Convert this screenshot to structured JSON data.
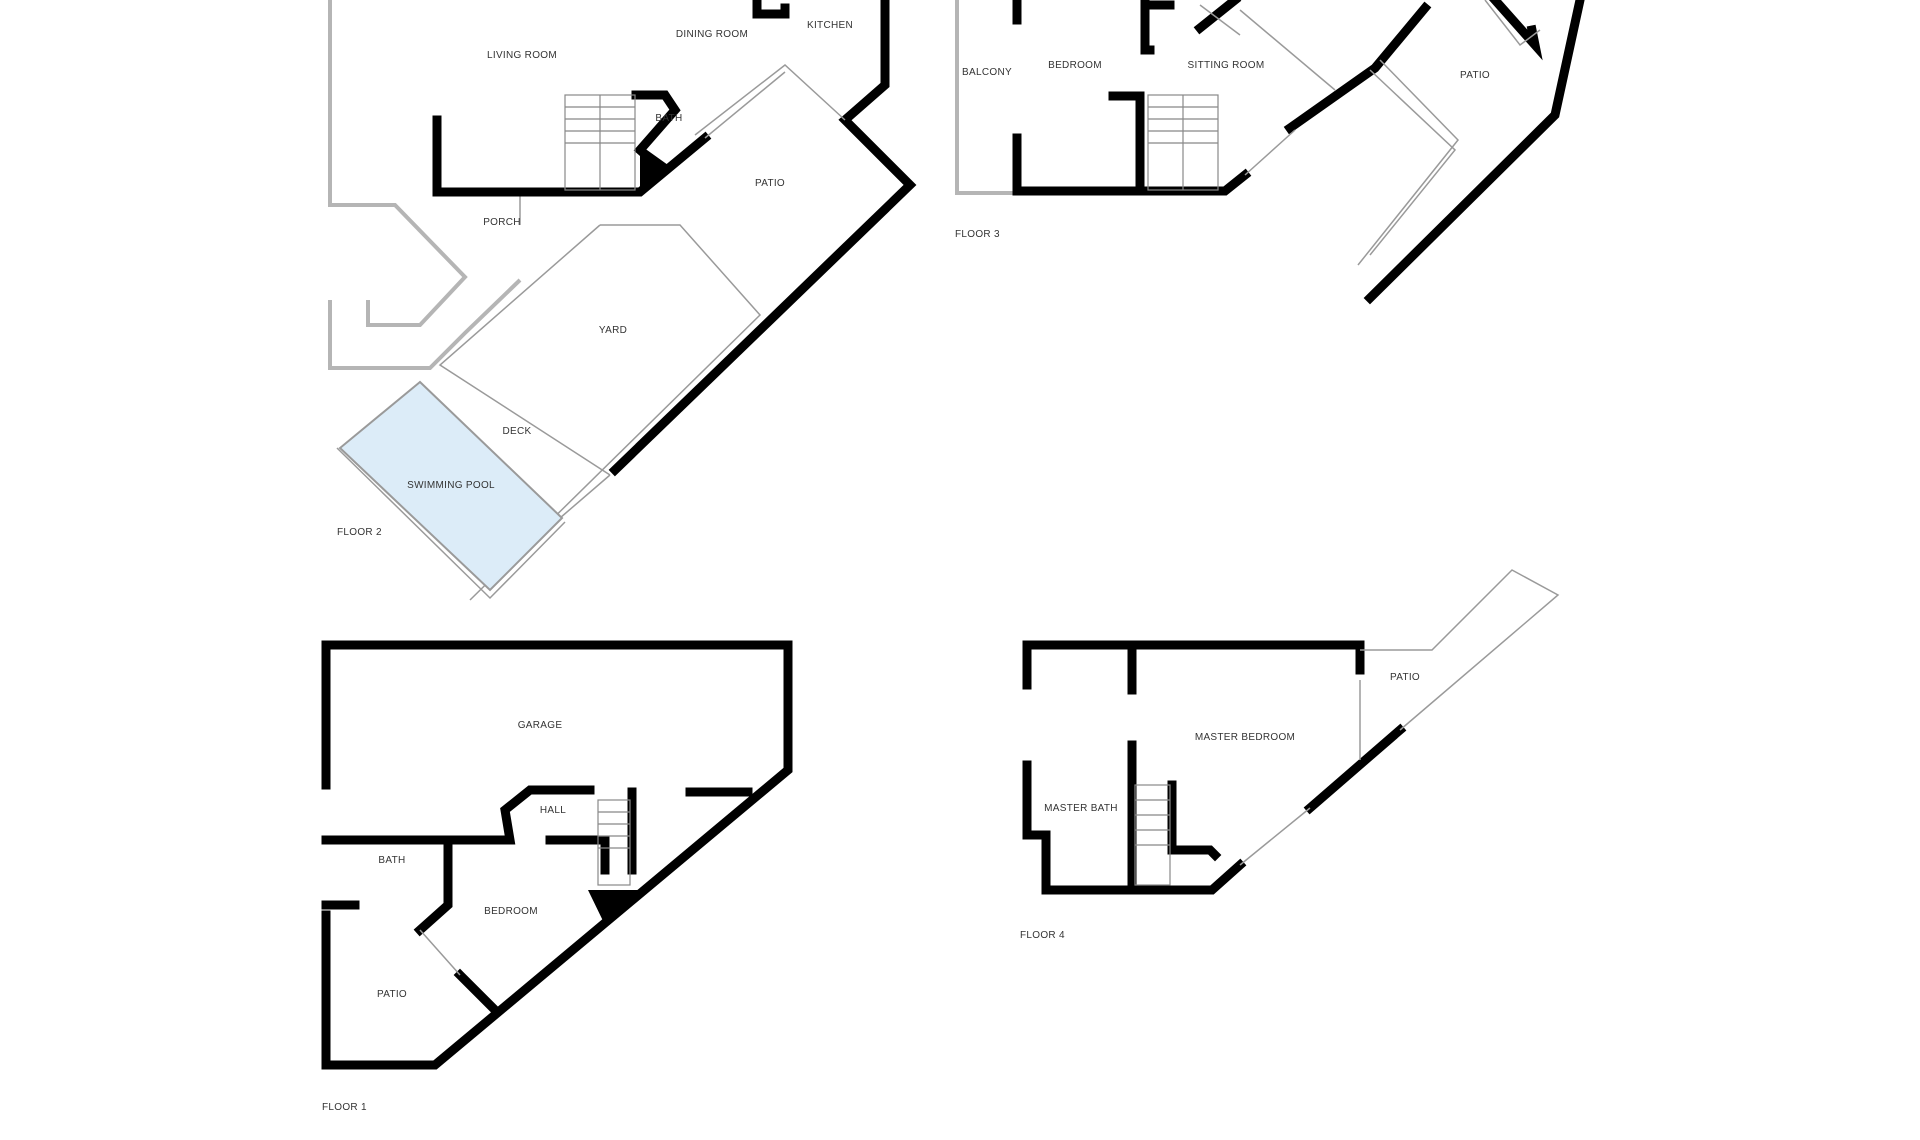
{
  "floor_labels": {
    "f1": "FLOOR 1",
    "f2": "FLOOR 2",
    "f3": "FLOOR 3",
    "f4": "FLOOR 4"
  },
  "rooms": {
    "f2_living": "LIVING ROOM",
    "f2_dining": "DINING ROOM",
    "f2_kitchen": "KITCHEN",
    "f2_bath": "BATH",
    "f2_patio": "PATIO",
    "f2_porch": "PORCH",
    "f2_yard": "YARD",
    "f2_deck": "DECK",
    "f2_pool": "SWIMMING POOL",
    "f3_balcony": "BALCONY",
    "f3_bedroom": "BEDROOM",
    "f3_sitting": "SITTING ROOM",
    "f3_patio": "PATIO",
    "f1_garage": "GARAGE",
    "f1_hall": "HALL",
    "f1_bath": "BATH",
    "f1_bedroom": "BEDROOM",
    "f1_patio": "PATIO",
    "f4_patio": "PATIO",
    "f4_master_bedroom": "MASTER BEDROOM",
    "f4_master_bath": "MASTER BATH"
  },
  "colors": {
    "wall": "#000000",
    "pool": "#dcecf8",
    "outline": "#9a9a9a"
  }
}
